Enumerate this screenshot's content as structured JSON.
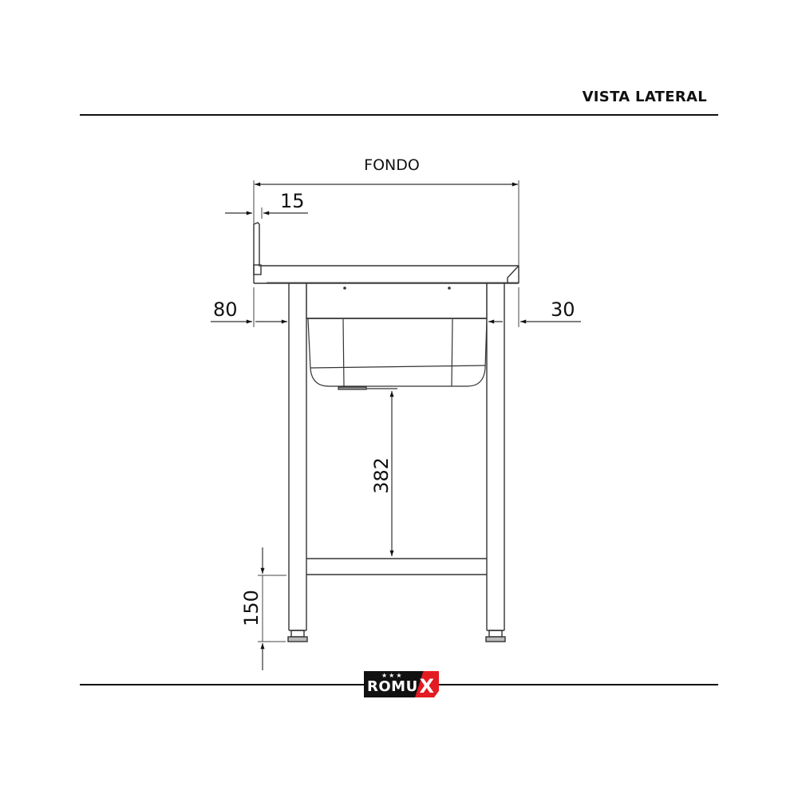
{
  "header": {
    "title": "VISTA LATERAL"
  },
  "drawing": {
    "dimensions": {
      "overall_depth_label": "FONDO",
      "backsplash_thickness": "15",
      "rear_leg_offset": "80",
      "front_leg_offset": "30",
      "bowl_to_shelf": "382",
      "shelf_height": "150"
    },
    "stroke_color": "#333333"
  },
  "footer": {
    "logo_text": "ROMU",
    "logo_x": "X",
    "logo_stars": "★★★",
    "brand_colors": {
      "dark": "#111111",
      "red": "#e31b23"
    }
  }
}
